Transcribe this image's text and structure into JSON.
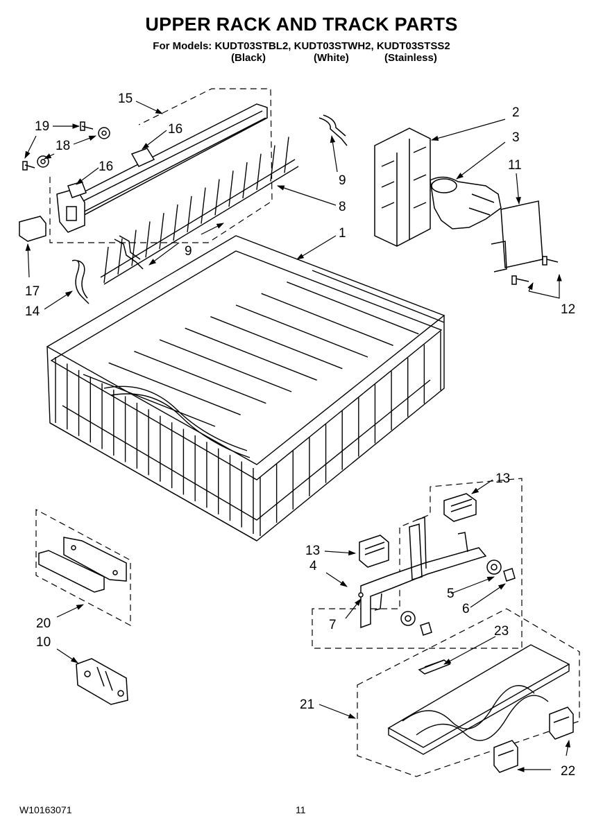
{
  "header": {
    "title": "UPPER RACK AND TRACK PARTS",
    "models_line": "For Models: KUDT03STBL2, KUDT03STWH2, KUDT03STSS2",
    "variants": [
      "(Black)",
      "(White)",
      "(Stainless)"
    ]
  },
  "callouts": {
    "c15": "15",
    "c19": "19",
    "c16a": "16",
    "c18": "18",
    "c16b": "16",
    "c17": "17",
    "c14": "14",
    "c9a": "9",
    "c9b": "9",
    "c8": "8",
    "c1": "1",
    "c2": "2",
    "c3": "3",
    "c11": "11",
    "c12": "12",
    "c13a": "13",
    "c13b": "13",
    "c4": "4",
    "c5": "5",
    "c6": "6",
    "c7": "7",
    "c20": "20",
    "c10": "10",
    "c23": "23",
    "c21": "21",
    "c22": "22"
  },
  "footer": {
    "doc_number": "W10163071",
    "page_number": "11"
  },
  "arrow_color": "#000000"
}
